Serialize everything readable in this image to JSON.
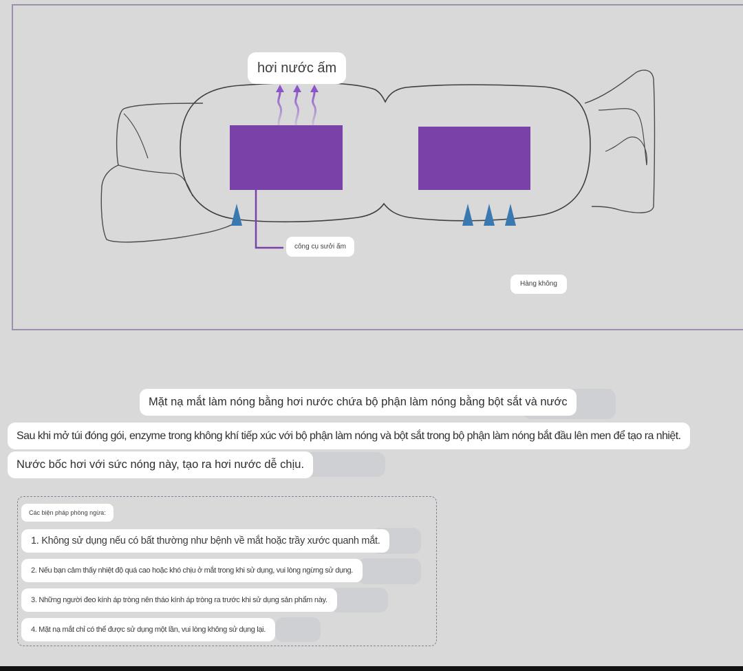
{
  "diagram": {
    "labels": {
      "steam": "hơi nước ấm",
      "heater": "công cụ sưởi ấm",
      "air": "Hàng không"
    },
    "colors": {
      "heater_block": "#7a42a8",
      "arrow_blue": "#3a78b0",
      "steam_purple": "#8a55c8",
      "outline": "#444444"
    }
  },
  "captions": [
    "Mặt nạ mắt làm nóng bằng hơi nước chứa bộ phận làm nóng bằng bột sắt và nước",
    "Sau khi mở túi đóng gói, enzyme trong không khí tiếp xúc với bộ phận làm nóng và bột sắt trong bộ phận làm nóng bắt đầu lên men để tạo ra nhiệt.",
    "Nước bốc hơi với sức nóng này, tạo ra hơi nước dễ chịu."
  ],
  "precautions": {
    "title": "Các biện pháp phòng ngừa:",
    "items": [
      "1. Không sử dụng nếu có bất thường như bệnh về mắt hoặc trầy xước quanh mắt.",
      "2. Nếu bạn cảm thấy nhiệt độ quá cao hoặc khó chịu ở mắt trong khi sử dụng, vui lòng ngừng sử dụng.",
      "3. Những người đeo kính áp tròng nên tháo kính áp tròng ra trước khi sử dụng sản phẩm này.",
      "4. Mặt nạ mắt chỉ có thể được sử dụng một lần, vui lòng không sử dụng lại."
    ]
  }
}
